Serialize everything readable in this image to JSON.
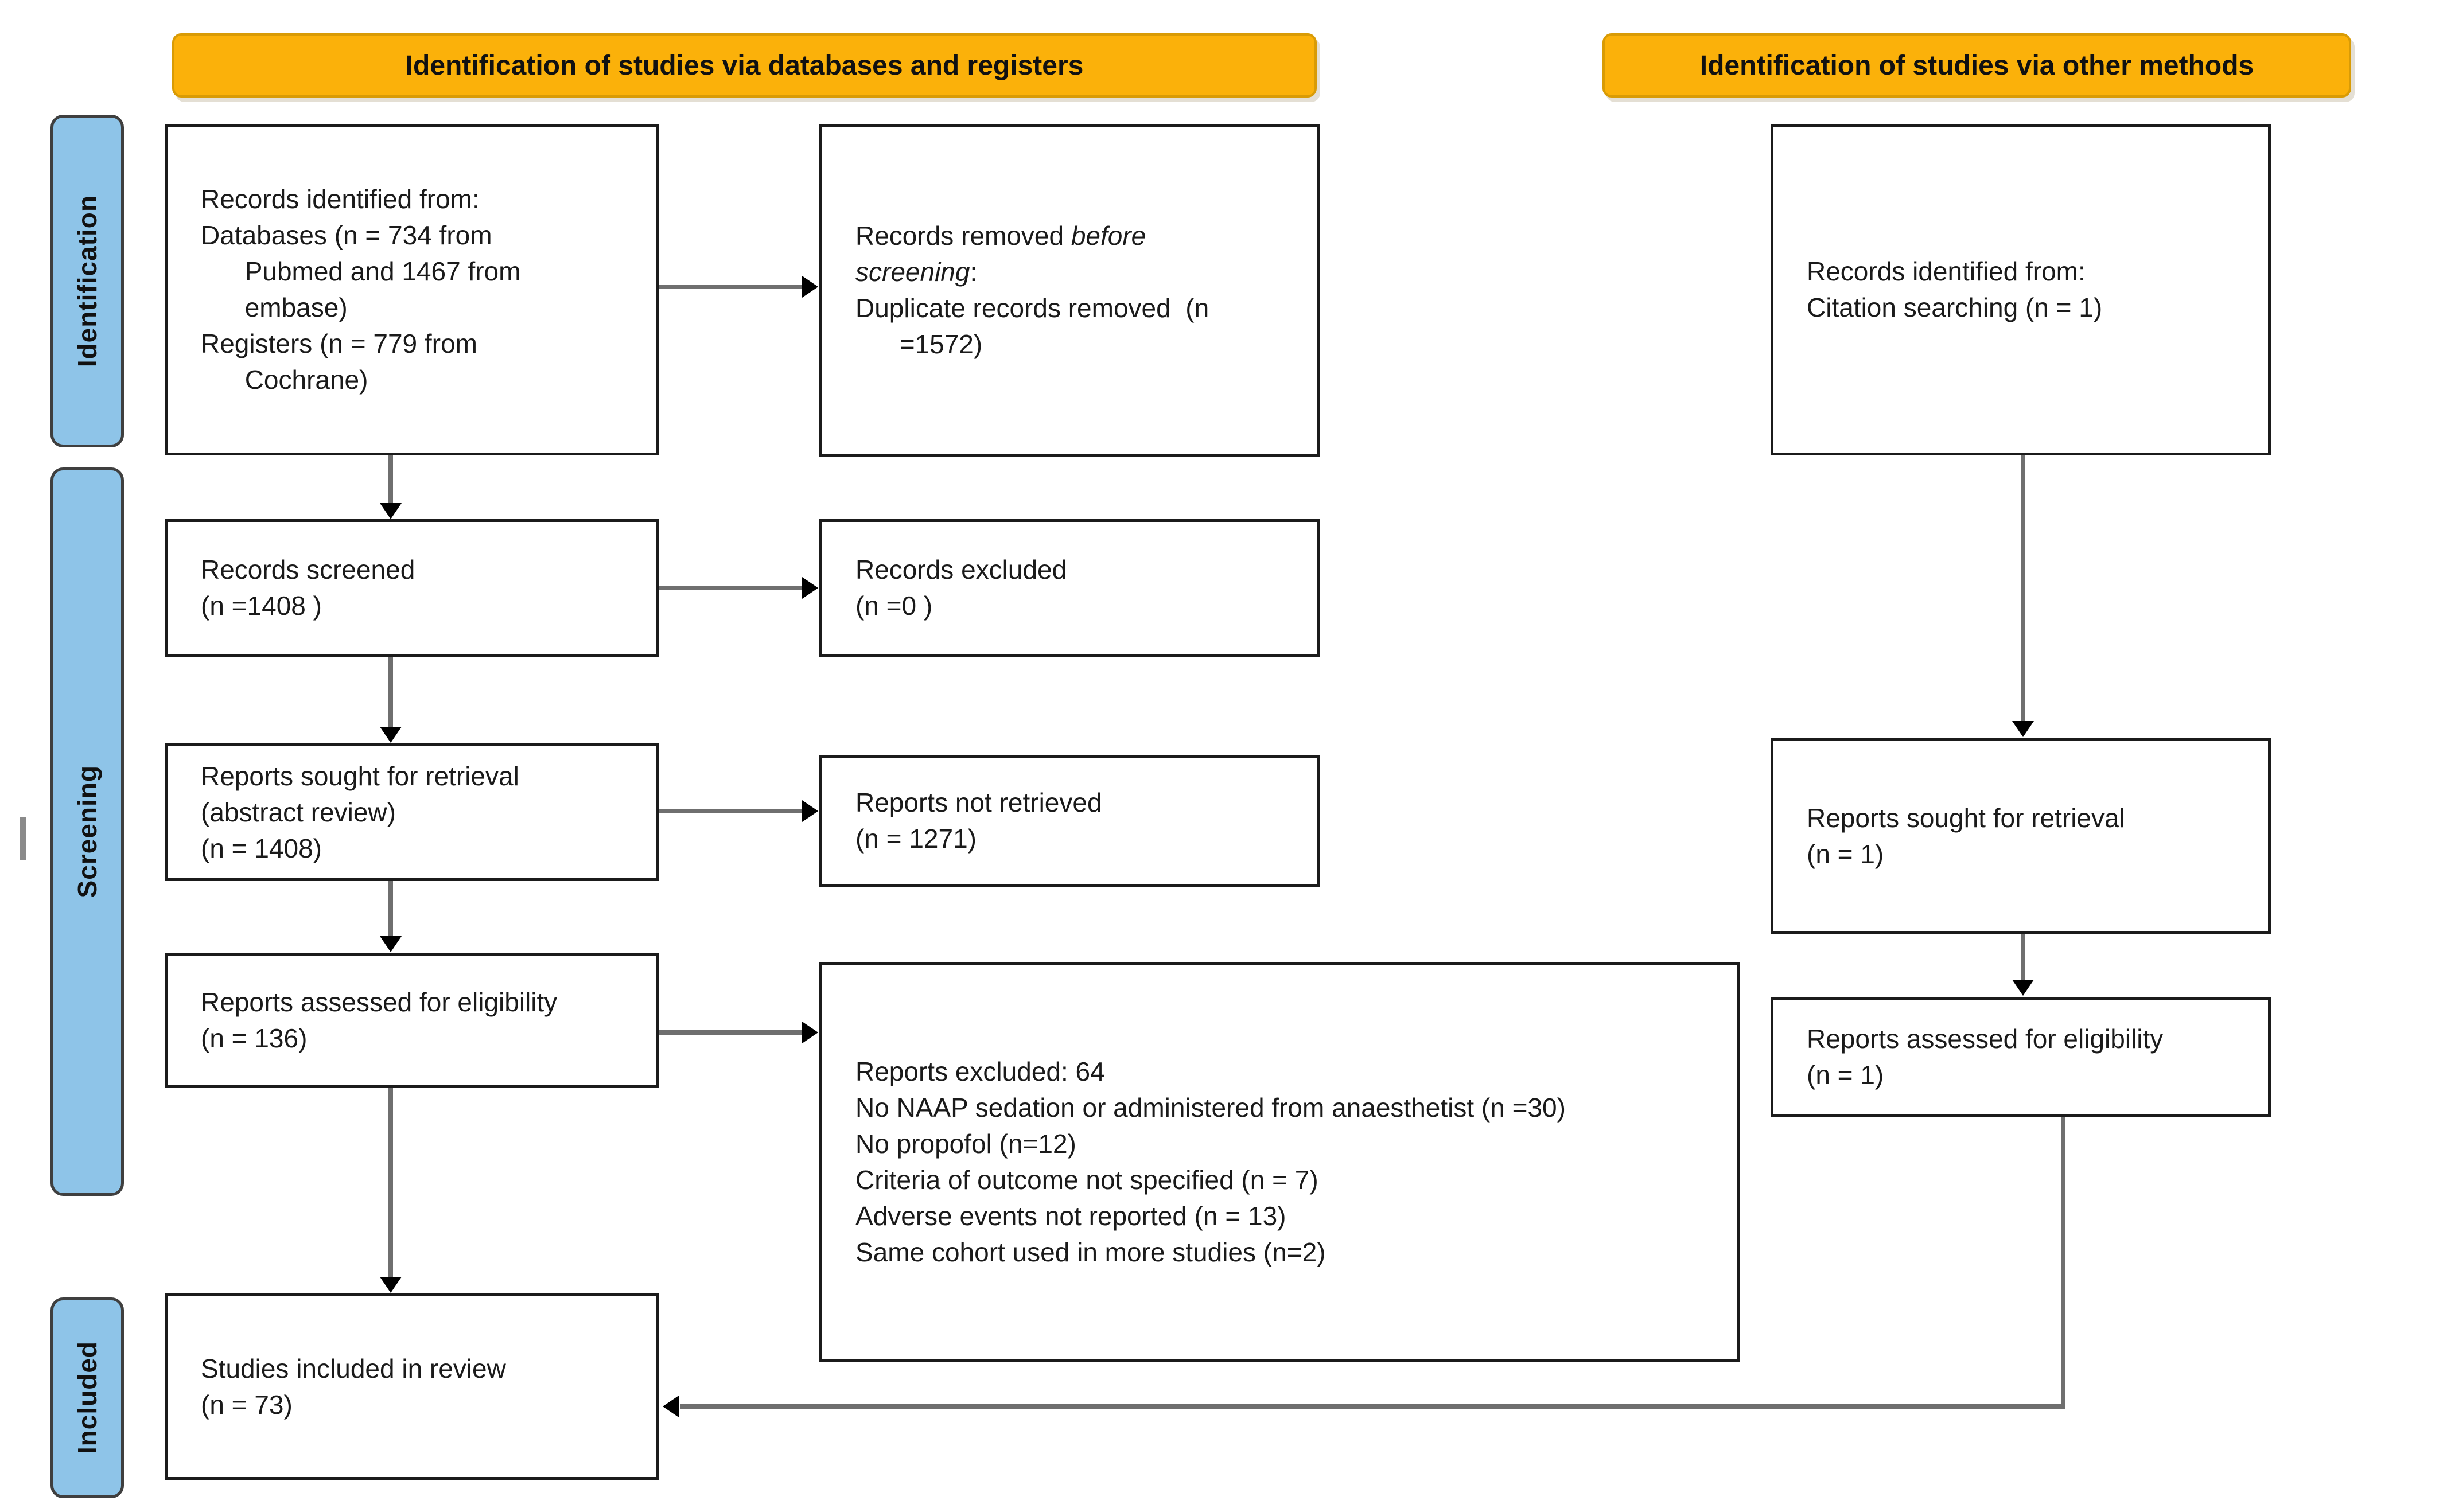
{
  "headers": {
    "databases": "Identification of studies via databases and registers",
    "other": "Identification of studies via other methods"
  },
  "sidebar": {
    "identification": "Identification",
    "screening": "Screening",
    "included": "Included"
  },
  "boxes": {
    "records_identified": {
      "text": "Records identified from:\nDatabases (n = 734 from\n      Pubmed and 1467 from\n      embase)\nRegisters (n = 779 from\n      Cochrane)"
    },
    "records_removed": {
      "t1": "Records removed ",
      "t2_italic": "before\nscreening",
      "t3": ":\nDuplicate records removed  (n\n      =1572)"
    },
    "citation_identified": {
      "text": "Records identified from:\nCitation searching (n = 1)"
    },
    "records_screened": {
      "text": "Records screened\n(n =1408 )"
    },
    "records_excluded": {
      "text": "Records excluded\n(n =0 )"
    },
    "reports_sought": {
      "text": "Reports sought for retrieval\n(abstract review)\n(n = 1408)"
    },
    "reports_not_retrieved": {
      "text": "Reports not retrieved\n(n = 1271)"
    },
    "reports_assessed": {
      "text": "Reports assessed for eligibility\n(n = 136)"
    },
    "reports_excluded": {
      "text": "Reports excluded: 64\nNo NAAP sedation or administered from anaesthetist (n =30)\nNo propofol (n=12)\nCriteria of outcome not specified (n = 7)\nAdverse events not reported (n = 13)\nSame cohort used in more studies (n=2)"
    },
    "citation_sought": {
      "text": "Reports sought for retrieval\n(n = 1)"
    },
    "citation_assessed": {
      "text": "Reports assessed for eligibility\n(n = 1)"
    },
    "studies_included": {
      "text": "Studies included in review\n(n = 73)"
    }
  },
  "colors": {
    "header_fill": "#fbb10a",
    "sidebar_fill": "#8ec4e8",
    "line_gray": "#6f6f6f"
  }
}
